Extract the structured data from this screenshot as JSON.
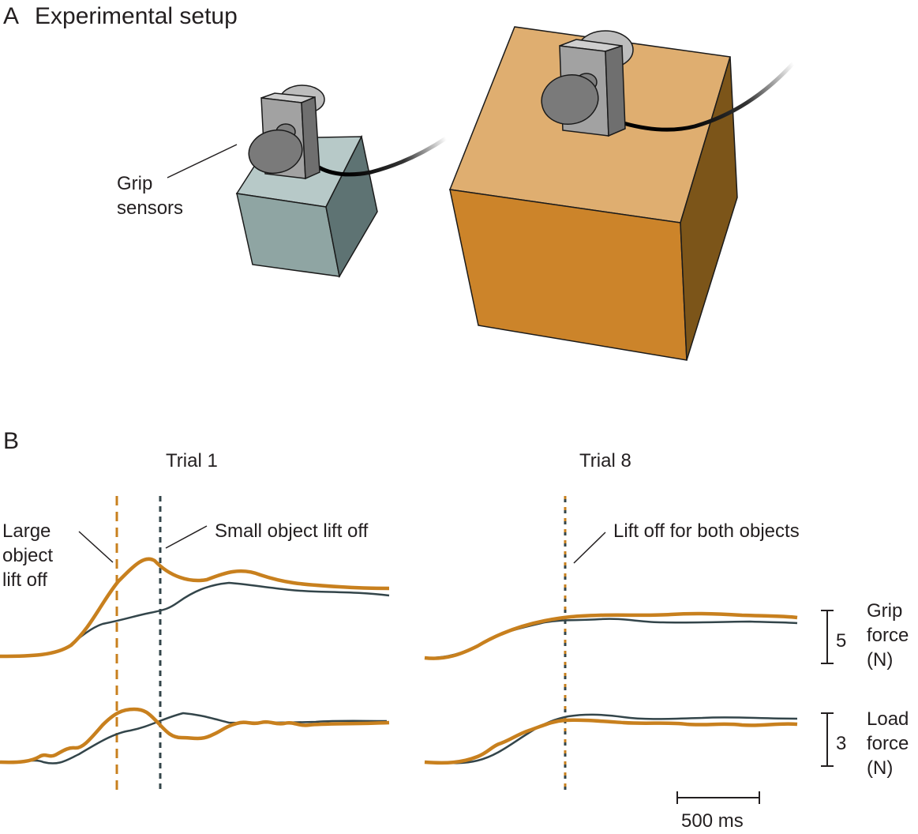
{
  "panel_a": {
    "letter": "A",
    "title": "Experimental setup",
    "grip_label_line1": "Grip",
    "grip_label_line2": "sensors"
  },
  "panel_b": {
    "letter": "B",
    "trial1_title": "Trial 1",
    "trial8_title": "Trial 8",
    "large_lift_line1": "Large",
    "large_lift_line2": "object",
    "large_lift_line3": "lift off",
    "small_lift": "Small object  lift off",
    "both_lift": "Lift off for both objects",
    "grip_force_line1": "Grip",
    "grip_force_line2": "force",
    "grip_force_line3": "(N)",
    "grip_scale": "5",
    "load_force_line1": "Load",
    "load_force_line2": "force",
    "load_force_line3": "(N)",
    "load_scale": "3",
    "time_scale": "500 ms"
  },
  "colors": {
    "large_object": "#c8801e",
    "small_object": "#33454a",
    "small_cube_top": "#b7c9c8",
    "small_cube_front": "#8fa5a3",
    "small_cube_side": "#5e7373",
    "large_cube_top": "#dfae70",
    "large_cube_front": "#cc842a",
    "large_cube_side": "#7c5519"
  }
}
